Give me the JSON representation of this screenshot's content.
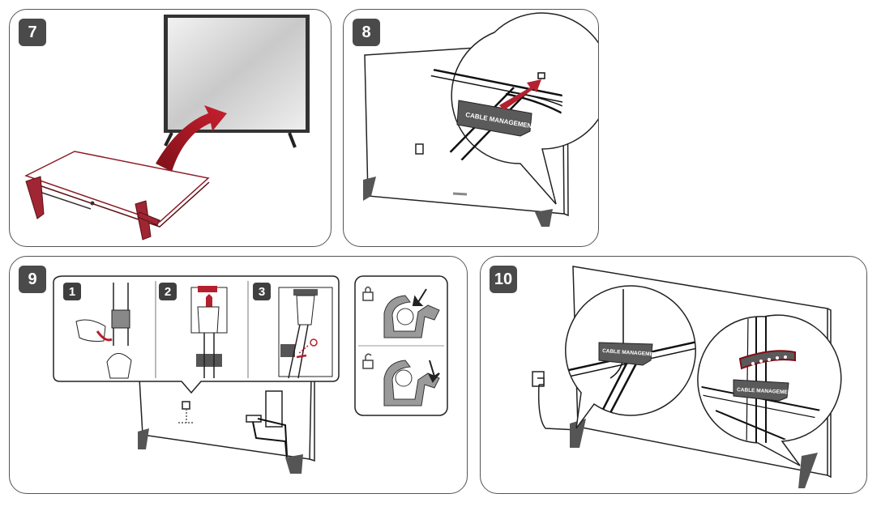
{
  "steps": [
    {
      "number": "7"
    },
    {
      "number": "8",
      "label": "CABLE MANAGEMENT"
    },
    {
      "number": "9",
      "sub_steps": [
        "1",
        "2",
        "3"
      ]
    },
    {
      "number": "10",
      "label_left": "CABLE MANAGEMENT",
      "label_right": "CABLE MANAGEMENT"
    }
  ],
  "icons": [
    "lock-icon",
    "unlock-icon"
  ],
  "colors": {
    "accent": "#b5202e",
    "line": "#1a1a1a",
    "panel_border": "#555555",
    "badge": "#4a4a4a"
  }
}
